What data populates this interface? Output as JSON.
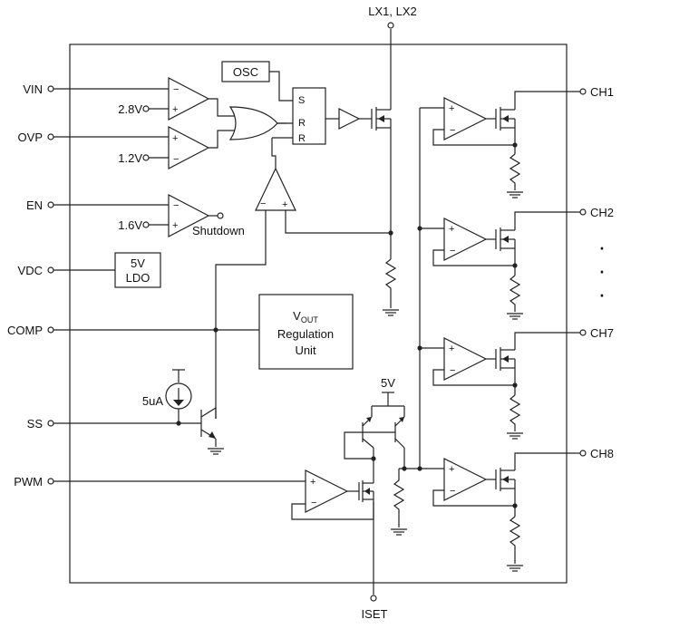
{
  "pins": {
    "vin": "VIN",
    "ovp": "OVP",
    "en": "EN",
    "vdc": "VDC",
    "comp": "COMP",
    "ss": "SS",
    "pwm": "PWM",
    "lx": "LX1, LX2",
    "iset": "ISET",
    "ch1": "CH1",
    "ch2": "CH2",
    "ch7": "CH7",
    "ch8": "CH8"
  },
  "refs": {
    "r28": "2.8V",
    "r12": "1.2V",
    "r16": "1.6V"
  },
  "blocks": {
    "osc": "OSC",
    "ldo_line1": "5V",
    "ldo_line2": "LDO",
    "vout_v": "V",
    "vout_sub": "OUT",
    "vout_line2": "Regulation",
    "vout_line3": "Unit"
  },
  "latch": {
    "s": "S",
    "r1": "R",
    "r2": "R"
  },
  "signals": {
    "shutdown": "Shutdown",
    "current_source": "5uA",
    "supply": "5V"
  },
  "ellipsis": [
    "·",
    "·",
    "·"
  ]
}
